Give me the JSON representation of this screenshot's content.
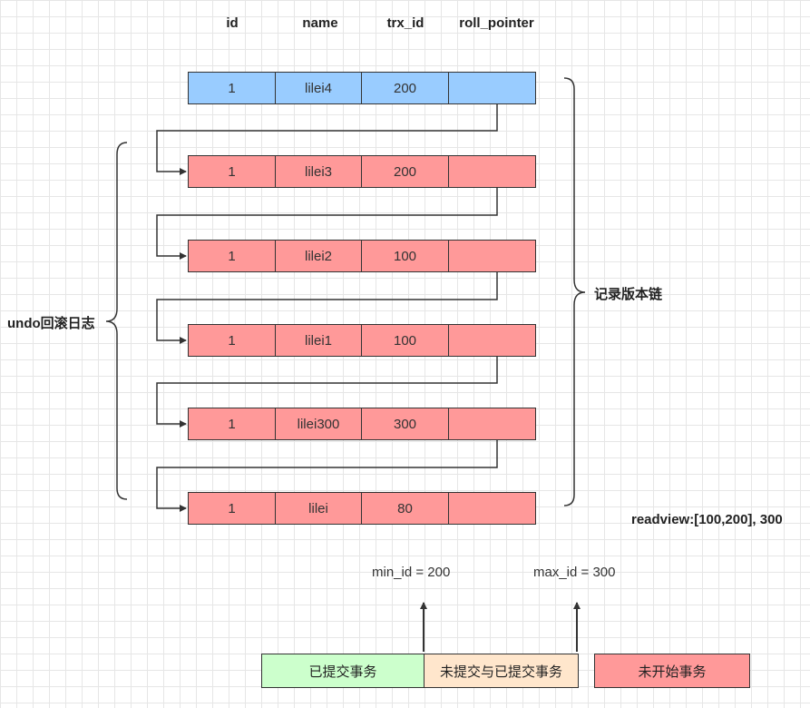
{
  "headers": [
    "id",
    "name",
    "trx_id",
    "roll_pointer"
  ],
  "rows": [
    {
      "id": "1",
      "name": "lilei4",
      "trx_id": "200",
      "roll_pointer": ""
    },
    {
      "id": "1",
      "name": "lilei3",
      "trx_id": "200",
      "roll_pointer": ""
    },
    {
      "id": "1",
      "name": "lilei2",
      "trx_id": "100",
      "roll_pointer": ""
    },
    {
      "id": "1",
      "name": "lilei1",
      "trx_id": "100",
      "roll_pointer": ""
    },
    {
      "id": "1",
      "name": "lilei300",
      "trx_id": "300",
      "roll_pointer": ""
    },
    {
      "id": "1",
      "name": "lilei",
      "trx_id": "80",
      "roll_pointer": ""
    }
  ],
  "undo_label": "undo回滚日志",
  "chain_label": "记录版本链",
  "readview": "readview:[100,200], 300",
  "min_id": "min_id = 200",
  "max_id": "max_id = 300",
  "legend": {
    "committed": "已提交事务",
    "mixed": "未提交与已提交事务",
    "not_started": "未开始事务"
  },
  "colors": {
    "current_row": "#99ccff",
    "undo_row": "#ff9999",
    "committed": "#ccffcc",
    "mixed": "#ffe6cc",
    "not_started": "#ff9999"
  }
}
